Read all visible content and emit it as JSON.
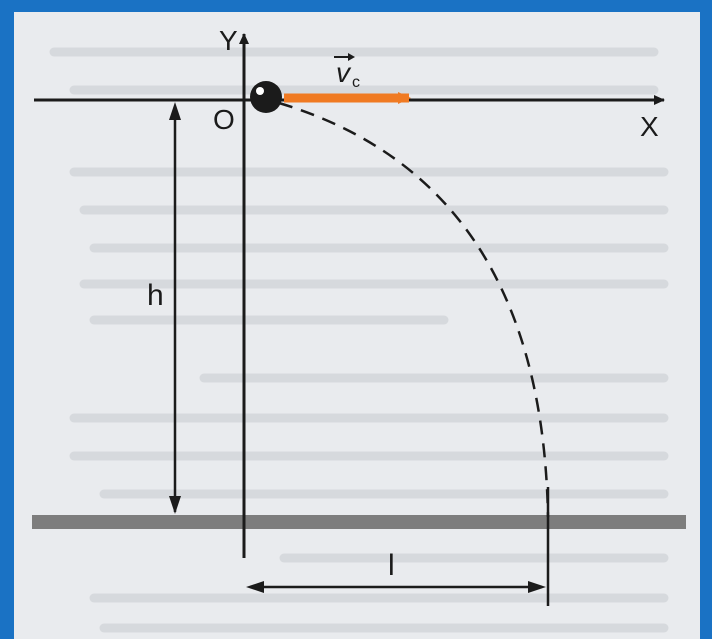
{
  "diagram": {
    "labels": {
      "y_axis": "Y",
      "x_axis": "X",
      "origin": "O",
      "velocity": "v",
      "velocity_subscript": "c",
      "height": "h",
      "distance": "l"
    },
    "colors": {
      "background": "#1a72c4",
      "paper": "#e9ebee",
      "ink": "#1b1b1b",
      "velocity_arrow": "#f07a22",
      "ground": "#7d7d7d"
    }
  }
}
